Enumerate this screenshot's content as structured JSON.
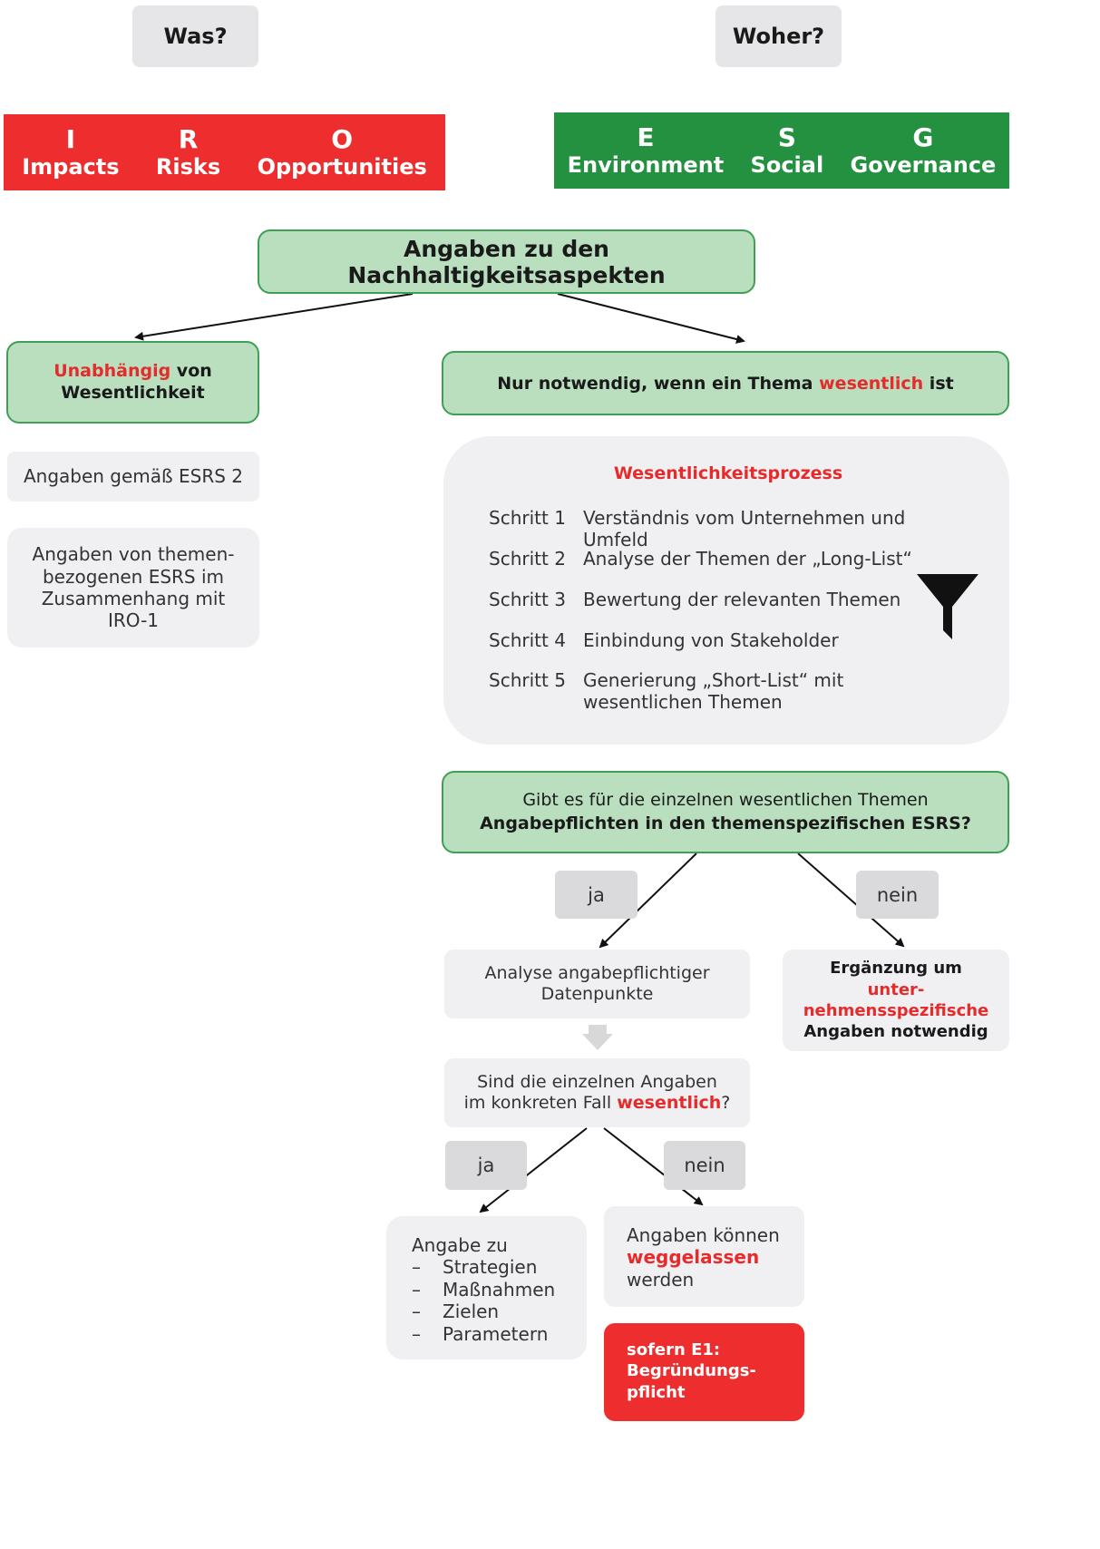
{
  "headers": {
    "was": "Was?",
    "woher": "Woher?"
  },
  "iro": [
    {
      "letter": "I",
      "word": "Impacts"
    },
    {
      "letter": "R",
      "word": "Risks"
    },
    {
      "letter": "O",
      "word": "Opportunities"
    }
  ],
  "esg": [
    {
      "letter": "E",
      "word": "Environment"
    },
    {
      "letter": "S",
      "word": "Social"
    },
    {
      "letter": "G",
      "word": "Governance"
    }
  ],
  "root": "Angaben zu den Nachhaltigkeitsaspekten",
  "left_branch": {
    "title_highlight": "Unabhängig",
    "title_rest1": " von",
    "title_rest2": "Wesentlichkeit",
    "box1": "Angaben gemäß ESRS 2",
    "box2": "Angaben von themen-bezogenen ESRS im Zusammenhang mit IRO-1"
  },
  "right_branch": {
    "title_pre": "Nur notwendig, wenn ein Thema ",
    "title_highlight": "wesentlich",
    "title_post": " ist"
  },
  "process": {
    "title": "Wesentlichkeitsprozess",
    "steps": [
      {
        "label": "Schritt 1",
        "text": "Verständnis vom Unternehmen und Umfeld"
      },
      {
        "label": "Schritt 2",
        "text": "Analyse der Themen der „Long-List“"
      },
      {
        "label": "Schritt 3",
        "text": "Bewertung der relevanten Themen"
      },
      {
        "label": "Schritt 4",
        "text": "Einbindung von Stakeholder"
      },
      {
        "label": "Schritt 5",
        "text": "Generierung „Short-List“ mit wesentlichen Themen"
      }
    ],
    "icon": "funnel-icon"
  },
  "question1": {
    "line1": "Gibt es für die einzelnen wesentlichen Themen",
    "line2": "Angabepflichten in den themenspezifischen ESRS?"
  },
  "yes_label": "ja",
  "no_label": "nein",
  "analysis": "Analyse angabepflichtiger Datenpunkte",
  "supplement": {
    "pre": "Ergänzung um ",
    "highlight": "unter-nehmensspezifische",
    "post": "Angaben notwendig"
  },
  "question2": {
    "line1": "Sind die einzelnen Angaben",
    "pre": "im konkreten Fall ",
    "highlight": "wesentlich",
    "post": "?"
  },
  "disclosure": {
    "intro": "Angabe zu",
    "items": [
      "Strategien",
      "Maßnahmen",
      "Zielen",
      "Parametern"
    ]
  },
  "omit": {
    "line1": "Angaben können",
    "highlight": "weggelassen",
    "line3": "werden"
  },
  "e1_note": "sofern E1: Begründungs-pflicht",
  "colors": {
    "red": "#ee2e2e",
    "green": "#239140",
    "light_green": "#b9dfbe",
    "gray": "#f0f0f2"
  }
}
